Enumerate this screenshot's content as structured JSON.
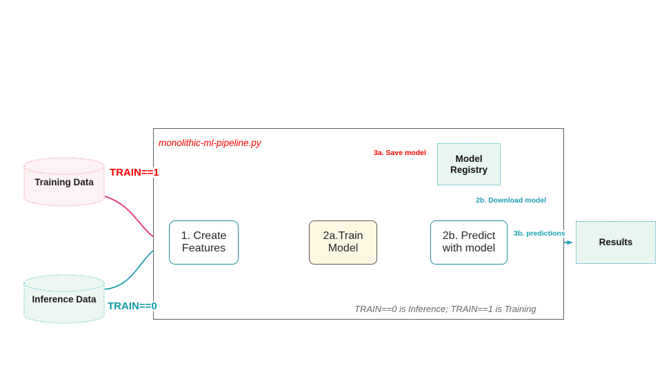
{
  "diagram": {
    "type": "flowchart",
    "title": "monolithic-ml-pipeline.py",
    "footnote": "TRAIN==0 is Inference; TRAIN==1 is Training"
  },
  "colors": {
    "red": "#ff0000",
    "pink_edge": "#e8336d",
    "teal": "#1b9fb5",
    "teal_border": "#2aa9b8",
    "box_border_teal": "#1b8a9c",
    "train_box_border": "#5c5347",
    "train_box_fill": "#fdf8e4",
    "store_fill_green": "#e9f5ef",
    "store_fill_pink": "#fdf2f4",
    "frame_border": "#5c5c5c",
    "footnote_gray": "#666666"
  },
  "datastores": [
    {
      "id": "training-data",
      "label": "Training Data",
      "style": "dotted-pink"
    },
    {
      "id": "inference-data",
      "label": "Inference Data",
      "style": "dotted-teal"
    }
  ],
  "nodes": [
    {
      "id": "create-features",
      "label": "1. Create\nFeatures",
      "line1": "1. Create",
      "line2": "Features"
    },
    {
      "id": "train-model",
      "label": "2a.Train Model",
      "line1": "2a.Train",
      "line2": "Model"
    },
    {
      "id": "predict-model",
      "label": "2b. Predict with model",
      "line1": "2b. Predict",
      "line2": "with model"
    },
    {
      "id": "model-registry",
      "label": "Model Registry",
      "line1": "Model",
      "line2": "Registry"
    },
    {
      "id": "results",
      "label": "Results",
      "line1": "Results",
      "line2": ""
    }
  ],
  "edge_labels": {
    "train_eq_1": "TRAIN==1",
    "train_eq_0": "TRAIN==0",
    "save_model": "3a. Save model",
    "download_model": "2b. Download model",
    "predictions": "3b. predictions"
  },
  "edges": [
    {
      "from": "training-data",
      "to": "create-features",
      "label": "TRAIN==1",
      "color": "#e8336d"
    },
    {
      "from": "inference-data",
      "to": "create-features",
      "label": "TRAIN==0",
      "color": "#1b9fb5"
    },
    {
      "from": "create-features",
      "to": "train-model",
      "label": "",
      "color": "#ff0000"
    },
    {
      "from": "train-model",
      "to": "predict-model",
      "label": "",
      "color": "#ff0000"
    },
    {
      "from": "train-model",
      "to": "model-registry",
      "label": "3a. Save model",
      "color": "#ff0000"
    },
    {
      "from": "model-registry",
      "to": "predict-model",
      "label": "2b. Download model",
      "color": "#1b9fb5"
    },
    {
      "from": "create-features",
      "to": "predict-model",
      "label": "",
      "color": "#1b9fb5"
    },
    {
      "from": "predict-model",
      "to": "results",
      "label": "3b. predictions",
      "color": "#1b9fb5"
    }
  ]
}
